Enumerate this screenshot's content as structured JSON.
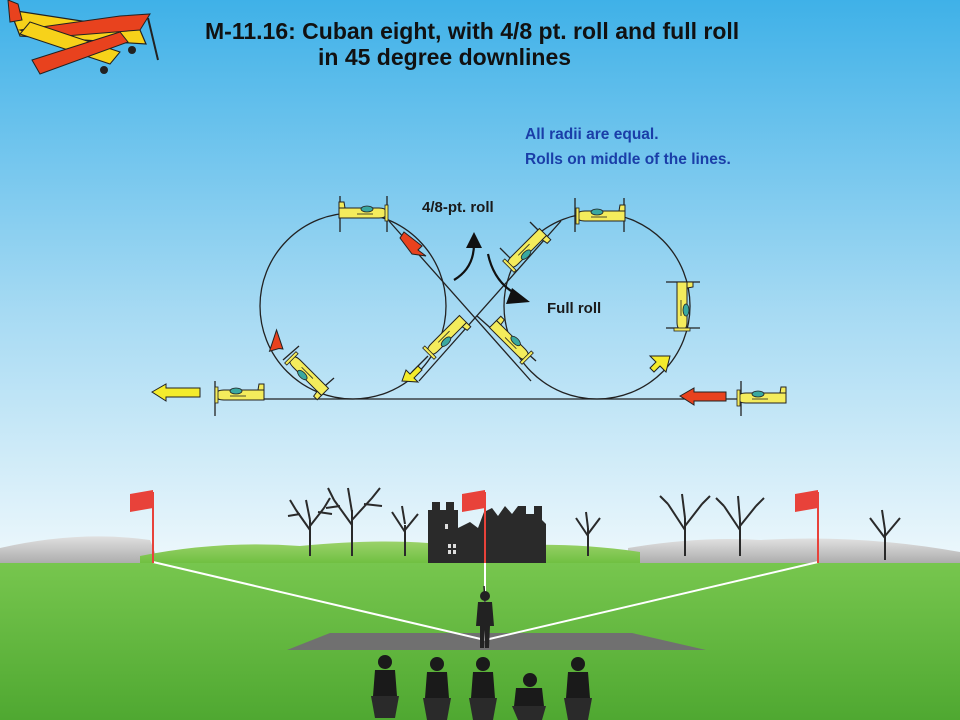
{
  "title": {
    "line1": "M-11.16: Cuban eight, with 4/8 pt. roll and full roll",
    "line2": "in 45 degree downlines"
  },
  "notes": [
    "All radii are equal.",
    "Rolls on middle of the lines."
  ],
  "labels": {
    "roll_a": "4/8-pt. roll",
    "roll_b": "Full roll"
  },
  "colors": {
    "sky_top": "#4ab8ec",
    "sky_bottom": "#e8f6fc",
    "grass": "#5db83a",
    "runway": "#6f6f6f",
    "plane": "#f4ec5c",
    "arrow_red": "#e8421e",
    "arrow_yellow": "#f4ec2c",
    "flag": "#e8423a",
    "note_text": "#1a3ea8"
  },
  "icons": [
    "aerobatic-plane-logo",
    "plane-icon",
    "flag-icon",
    "tree-icon",
    "castle-icon",
    "pilot-icon",
    "judge-icon"
  ]
}
